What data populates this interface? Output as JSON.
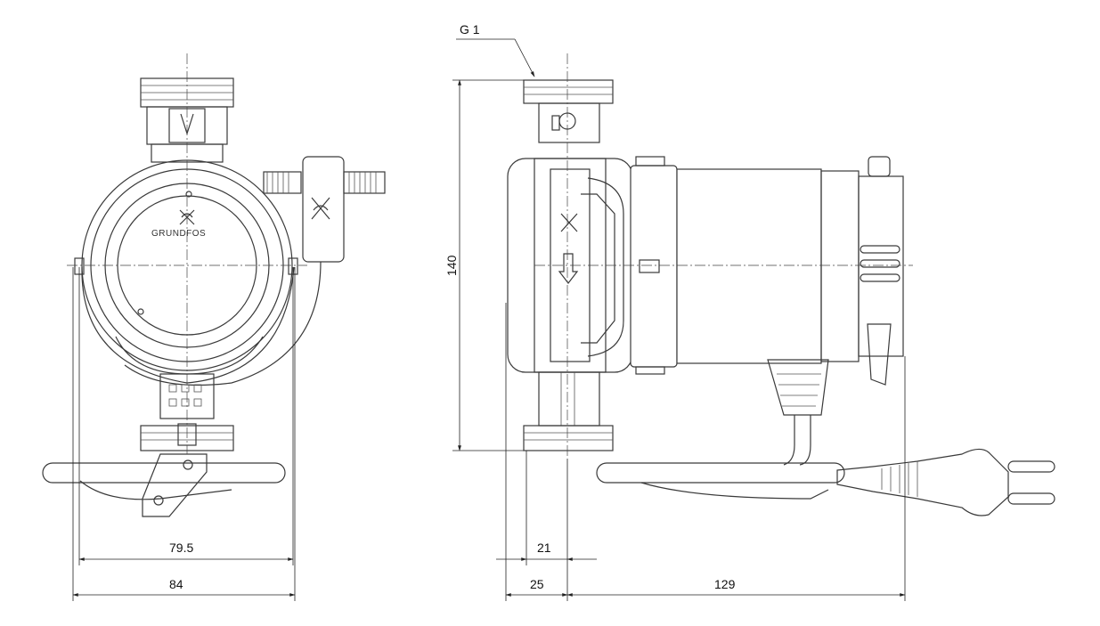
{
  "diagram": {
    "thread_label": "G 1",
    "brand": "GRUNDFOS",
    "dimensions": {
      "height": "140",
      "width_inner": "79.5",
      "width_outer": "84",
      "offset_small": "21",
      "offset_large": "25",
      "length": "129"
    }
  }
}
